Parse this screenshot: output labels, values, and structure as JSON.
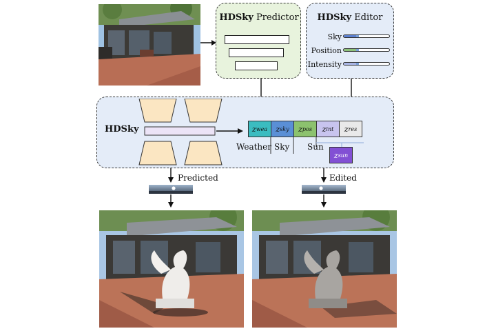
{
  "predictor": {
    "title_bold": "HDSky",
    "title_rest": " Predictor"
  },
  "editor": {
    "title_bold": "HDSky",
    "title_rest": " Editor",
    "sliders": [
      {
        "label": "Sky",
        "color": "#5b7fd0",
        "value": 0.3
      },
      {
        "label": "Position",
        "color": "#8ec27a",
        "value": 0.3
      },
      {
        "label": "Intensity",
        "color": "#a9b6e6",
        "value": 0.3
      }
    ]
  },
  "hdsky": {
    "label": "HDSky",
    "cells": [
      {
        "sym": "z",
        "sub": "wea",
        "color": "#3bbcc0"
      },
      {
        "sym": "z",
        "sub": "sky",
        "color": "#5a8fd6"
      },
      {
        "sym": "z",
        "sub": "pos",
        "color": "#8cc26e"
      },
      {
        "sym": "z",
        "sub": "int",
        "color": "#c8c4ee"
      },
      {
        "sym": "z",
        "sub": "res",
        "color": "#e9e9e9"
      }
    ],
    "sun_cell": {
      "sym": "z",
      "sub": "sun",
      "color": "#8250d4"
    },
    "group_labels": {
      "weather": "Weather",
      "sky": "Sky",
      "sun": "Sun"
    }
  },
  "outputs": {
    "predicted": "Predicted",
    "edited": "Edited"
  },
  "colors": {
    "panel_green": "#e8f3dd",
    "panel_blue": "#e4ecf8",
    "trapezoid": "#fbe6c2",
    "latent_bar": "#ece4f7"
  }
}
